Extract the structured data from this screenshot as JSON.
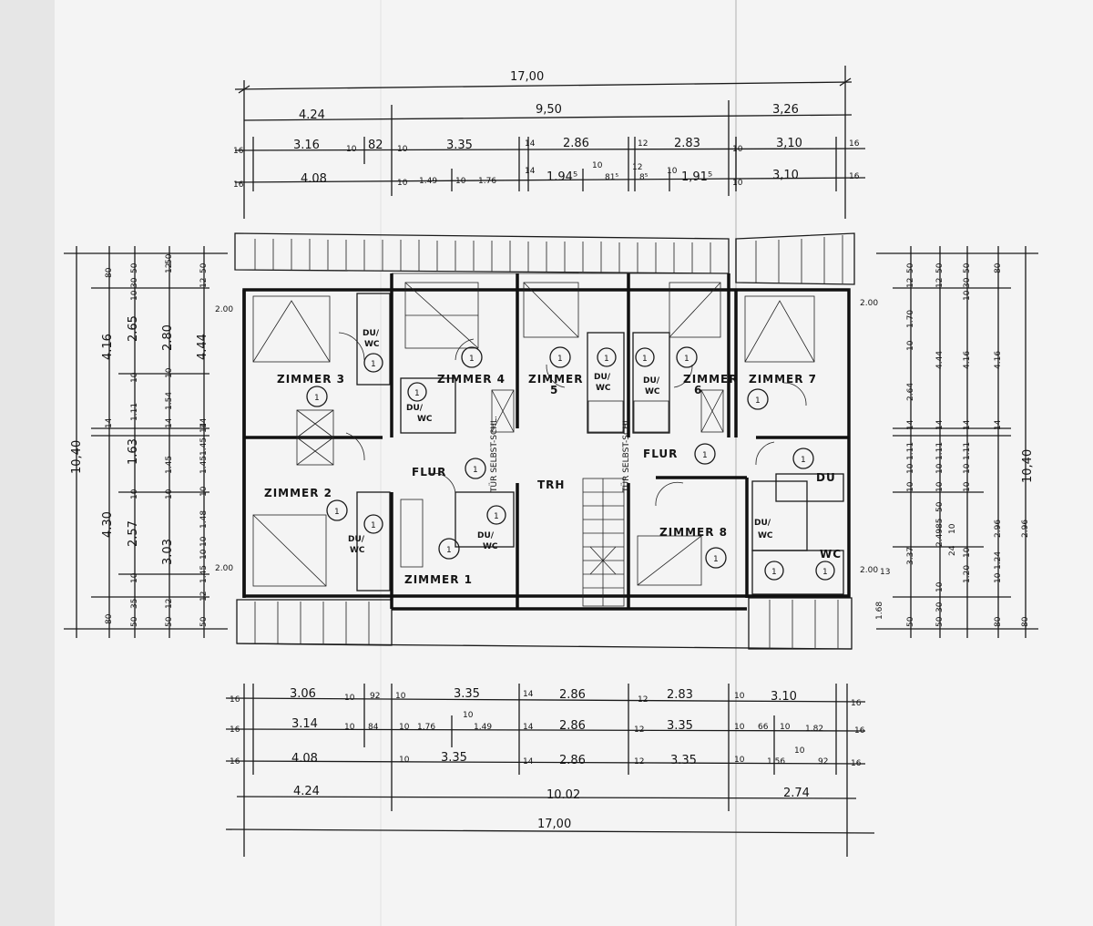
{
  "colors": {
    "paper": "#f4f4f4",
    "paper_shade": "#e8e8e8",
    "ink": "#141414"
  },
  "top_dims": {
    "overall": "17,00",
    "row1": [
      "4.24",
      "9,50",
      "3,26"
    ],
    "row2": [
      "16",
      "3.16",
      "10",
      "82",
      "10",
      "3.35",
      "14",
      "2.86",
      "12",
      "2.83",
      "10",
      "3,10",
      "16"
    ],
    "row3": [
      "16",
      "4.08",
      "10",
      "1.49",
      "10",
      "1.76",
      "14",
      "1.94⁵",
      "10",
      "81⁵",
      "12",
      "8⁵",
      "10",
      "1,91⁵",
      "10",
      "3,10",
      "16"
    ]
  },
  "bottom_dims": {
    "row1": [
      "16",
      "3.06",
      "10",
      "92",
      "10",
      "3.35",
      "14",
      "2.86",
      "12",
      "2.83",
      "10",
      "3.10",
      "16"
    ],
    "row2": [
      "16",
      "3.14",
      "10",
      "84",
      "10",
      "1.76",
      "10",
      "1.49",
      "14",
      "2.86",
      "12",
      "3.35",
      "10",
      "66",
      "10",
      "1.82",
      "16"
    ],
    "row3": [
      "16",
      "4.08",
      "10",
      "3.35",
      "14",
      "2.86",
      "12",
      "3.35",
      "10",
      "1.56",
      "10",
      "92",
      "16"
    ],
    "row4": [
      "4.24",
      "10.02",
      "2.74"
    ],
    "overall": "17,00"
  },
  "left_dims": {
    "overall": "10,40",
    "col1": [
      "4.16",
      "14",
      "4.30",
      "80"
    ],
    "col2": [
      "80",
      "10",
      "2.65",
      "10",
      "1.63",
      "10",
      "2.57",
      "10",
      "35",
      "50"
    ],
    "col3": [
      "50",
      "30",
      "1.11",
      "14",
      "1.45",
      "10",
      "3.03",
      "12",
      "50"
    ],
    "col4": [
      "12",
      "50",
      "2.80",
      "10",
      "1.54",
      "14",
      "1.45",
      "10",
      "1.48",
      "10",
      "1.45",
      "12",
      "50"
    ],
    "col5": [
      "50",
      "12",
      "4.44",
      "14",
      "1.45",
      "10",
      "2.00"
    ],
    "ceiling_marks": [
      "2.00",
      "2.00"
    ]
  },
  "right_dims": {
    "overall": "10,40",
    "col1": [
      "50",
      "12",
      "1.70",
      "10",
      "2.64",
      "14",
      "10",
      "1.11",
      "10",
      "2.49",
      "1.20",
      "10",
      "3.37",
      "1.68",
      "50"
    ],
    "col2": [
      "50",
      "12",
      "4.44",
      "14",
      "10",
      "1.11",
      "10",
      "50",
      "85",
      "10",
      "24",
      "10",
      "30",
      "50"
    ],
    "col3": [
      "50",
      "30",
      "10",
      "4.16",
      "14",
      "10",
      "1.11",
      "10",
      "2.96",
      "10",
      "1.24",
      "80"
    ],
    "col4": [
      "80",
      "4.16",
      "14",
      "2.96",
      "80"
    ],
    "ceiling_marks": [
      "2.00",
      "2.00",
      "13"
    ]
  },
  "rooms": {
    "zimmer3": "ZIMMER 3",
    "zimmer4": "ZIMMER 4",
    "zimmer5": "ZIMMER",
    "zimmer5_num": "5",
    "zimmer6": "ZIMMER",
    "zimmer6_num": "6",
    "zimmer7": "ZIMMER 7",
    "zimmer2": "ZIMMER 2",
    "zimmer1": "ZIMMER 1",
    "zimmer8": "ZIMMER 8",
    "flur_left": "FLUR",
    "flur_right": "FLUR",
    "trh": "TRH",
    "du": "DU",
    "wc": "WC",
    "du_wc": "DU/",
    "door_note": "TÜR SELBST-SCHL.",
    "circle_mark": "1"
  }
}
